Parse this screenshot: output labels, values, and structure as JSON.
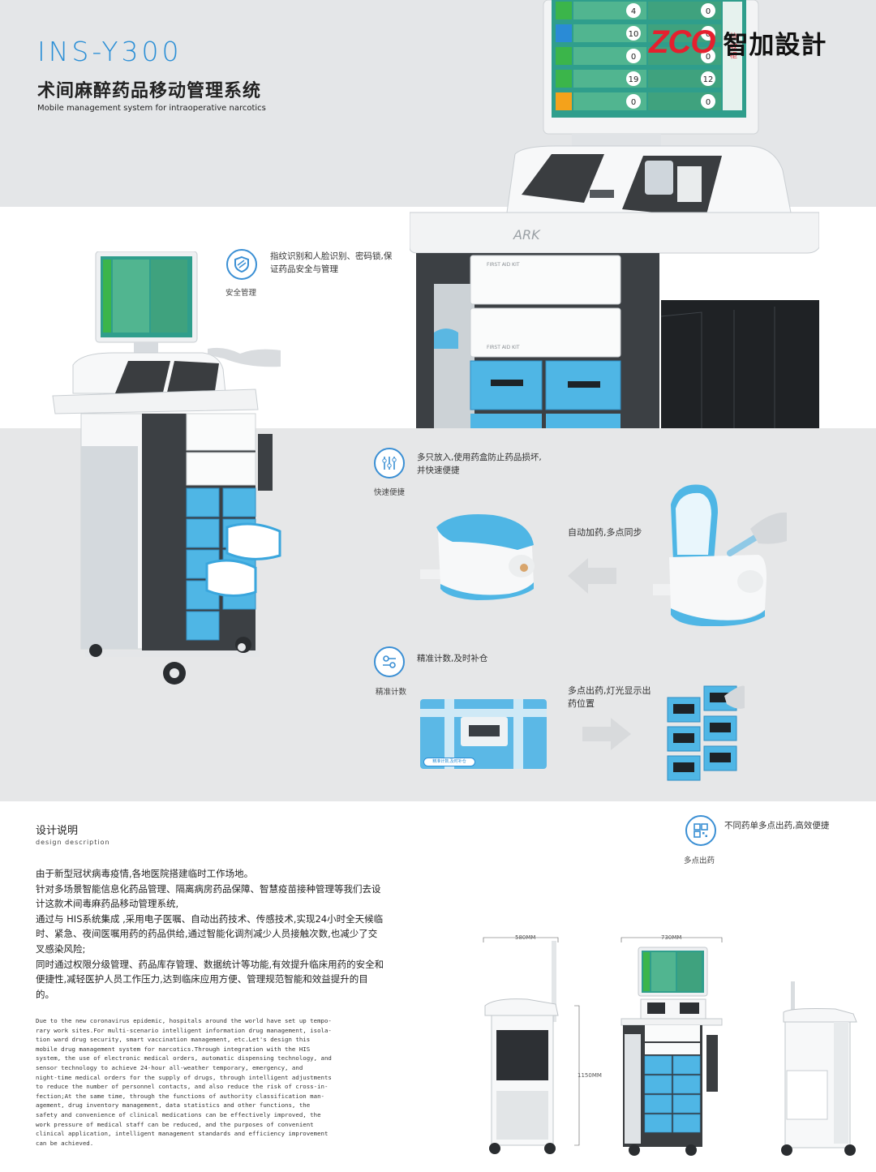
{
  "header": {
    "model": "INS-Y300",
    "title_cn": "术间麻醉药品移动管理系统",
    "title_en": "Mobile management system for intraoperative narcotics"
  },
  "brand": {
    "logo_latin": "ZCO",
    "logo_cn": "智加設計",
    "accent_color": "#e5202e",
    "primary_color": "#2b8fd6"
  },
  "product": {
    "cart_brand": "ARK",
    "drawer_label": "FIRST AID KIT"
  },
  "screen_numbers": [
    "4",
    "0",
    "10",
    "0",
    "0",
    "0",
    "19",
    "12",
    "0",
    "0"
  ],
  "screen_side_button": "拉 收 柜",
  "features": {
    "security": {
      "icon": "shield-icon",
      "desc": "指纹识别和人脸识别、密码锁,保证药品安全与管理",
      "label": "安全管理"
    },
    "quick": {
      "icon": "sliders-icon",
      "desc": "多只放入,使用药盒防止药品损坏,并快速便捷",
      "label": "快速便捷"
    },
    "auto_add": "自动加药,多点同步",
    "precise": {
      "icon": "link-icon",
      "desc": "精准计数,及时补仓",
      "label": "精准计数"
    },
    "multi_dispense_light": "多点出药,灯光显示出药位置",
    "screen_banner": "精准计数,及时补仓",
    "multi_point": {
      "icon": "qr-icon",
      "desc": "不同药单多点出药,高效便捷",
      "label": "多点出药"
    }
  },
  "design": {
    "title": "设计说明",
    "subtitle": "design description",
    "cn_paragraphs": [
      "由于新型冠状病毒疫情,各地医院搭建临时工作场地。",
      "针对多场景智能信息化药品管理、隔离病房药品保障、智慧疫苗接种管理等我们去设计这款术间毒麻药品移动管理系统,",
      "通过与 HIS系统集成 ,采用电子医嘱、自动出药技术、传感技术,实现24小时全天候临时、紧急、夜间医嘱用药的药品供给,通过智能化调剂减少人员接触次数,也减少了交叉感染风险;",
      "同时通过权限分级管理、药品库存管理、数据统计等功能,有效提升临床用药的安全和便捷性,减轻医护人员工作压力,达到临床应用方便、管理规范智能和效益提升的目的。"
    ],
    "en_text": "Due to the new coronavirus epidemic, hospitals around the world have set up tempo-\nrary work sites.For multi-scenario intelligent information drug management, isola-\ntion ward drug security, smart vaccination management, etc.Let's design this\nmobile drug management system for narcotics.Through integration with the HIS\nsystem, the use of electronic medical orders, automatic dispensing technology, and\nsensor technology to achieve 24-hour all-weather temporary, emergency, and\nnight-time medical orders for the supply of drugs, through intelligent adjustments\nto reduce the number of personnel contacts, and also reduce the risk of cross-in-\nfection;At the same time, through the functions of authority classification man-\nagement, drug inventory management, data statistics and other functions, the\nsafety and convenience of clinical medications can be effectively improved, the\nwork pressure of medical staff can be reduced, and the purposes of convenient\nclinical application, intelligent management standards and efficiency improvement\ncan be achieved."
  },
  "dimensions": {
    "depth": "580MM",
    "width": "730MM",
    "height": "1150MM"
  }
}
